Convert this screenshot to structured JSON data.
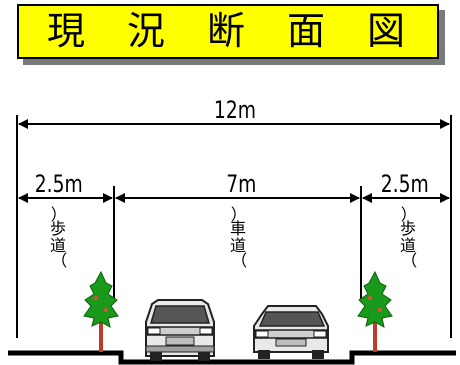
{
  "title": {
    "chars": [
      "現",
      "況",
      "断",
      "面",
      "図"
    ]
  },
  "dimensions": {
    "total": "12m",
    "sidewalk_left": "2.5m",
    "roadway": "7m",
    "sidewalk_right": "2.5m"
  },
  "zones": {
    "sidewalk_left": {
      "open": "︵",
      "text": [
        "歩",
        "道"
      ],
      "close": "︶"
    },
    "roadway": {
      "open": "︵",
      "text": [
        "車",
        "道"
      ],
      "close": "︶"
    },
    "sidewalk_right": {
      "open": "︵",
      "text": [
        "歩",
        "道"
      ],
      "close": "︶"
    }
  },
  "colors": {
    "title_bg": "#ffff00",
    "tree_green": "#1a9a1a",
    "tree_trunk": "#c0392b",
    "car_body": "#e8e8e8"
  }
}
